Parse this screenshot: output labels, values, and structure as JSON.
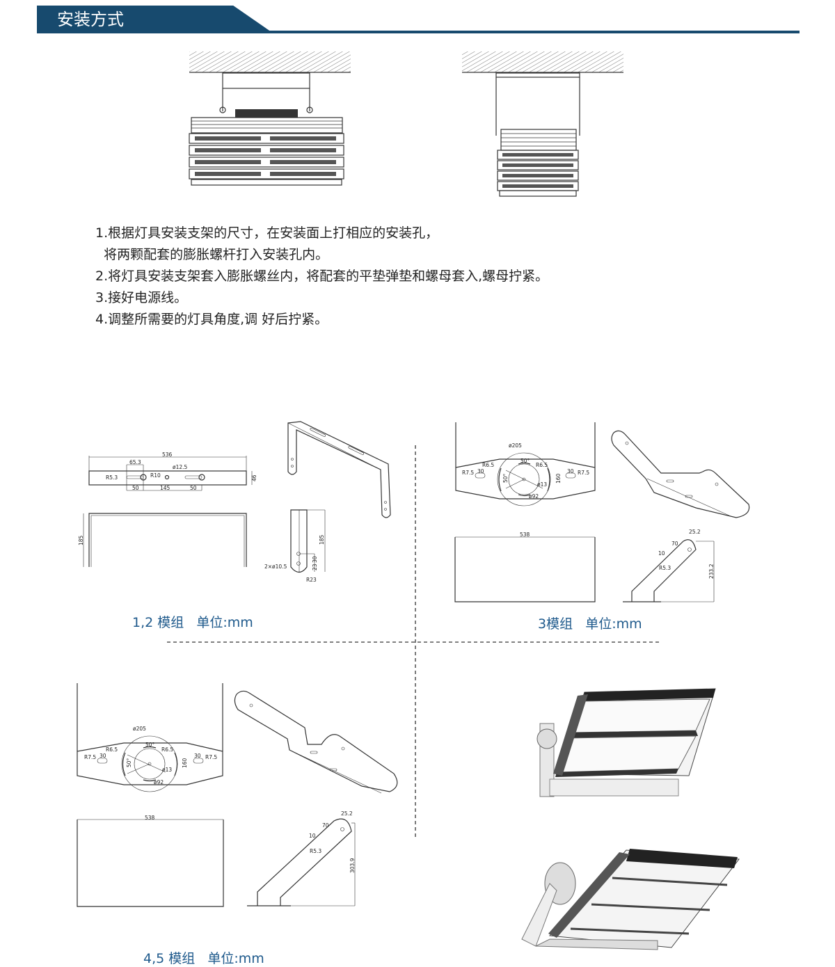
{
  "header": {
    "title": "安装方式",
    "color": "#174a6e"
  },
  "steps": [
    "1.根据灯具安装支架的尺寸，在安装面上打相应的安装孔，",
    "  将两颗配套的膨胀螺杆打入安装孔内。",
    "2.将灯具安装支架套入膨胀螺丝内，将配套的平垫弹垫和螺母套入,螺母拧紧。",
    "3.接好电源线。",
    "4.调整所需要的灯具角度,调 好后拧紧。"
  ],
  "captions": {
    "m12": "1,2 模组   单位:mm",
    "m3": "3模组   单位:mm",
    "m45": "4,5 模组   单位:mm",
    "color": "#1f5a8c"
  },
  "m12": {
    "w": "536",
    "a": "65.3",
    "hole": "ø12.5",
    "r53": "R5.3",
    "r10": "R10",
    "h46": "46",
    "d50a": "50",
    "d145": "145",
    "d50b": "50",
    "h185": "185",
    "h185b": "185",
    "holes": "2×ø10.5",
    "d30": "30",
    "d23": "23",
    "r23": "R23"
  },
  "m3": {
    "d205": "ø205",
    "a50": "50°",
    "r65a": "R6.5",
    "r65b": "R6.5",
    "r75a": "R7.5",
    "d30a": "30",
    "d30b": "30",
    "r75b": "R7.5",
    "a50b": "50°",
    "d13": "ø13",
    "h160": "160",
    "d92": "ø92",
    "w538": "538",
    "d252": "25.2",
    "d70": "70",
    "d10": "10",
    "r53": "R5.3",
    "h": "233.2"
  },
  "m45": {
    "d205": "ø205",
    "a50": "50°",
    "r65a": "R6.5",
    "r65b": "R6.5",
    "r75a": "R7.5",
    "d30a": "30",
    "d30b": "30",
    "r75b": "R7.5",
    "a50b": "50°",
    "d13": "ø13",
    "h160": "160",
    "d92": "ø92",
    "w538": "538",
    "d252": "25.2",
    "d70": "70",
    "d10": "10",
    "r53": "R5.3",
    "h": "303.9"
  }
}
